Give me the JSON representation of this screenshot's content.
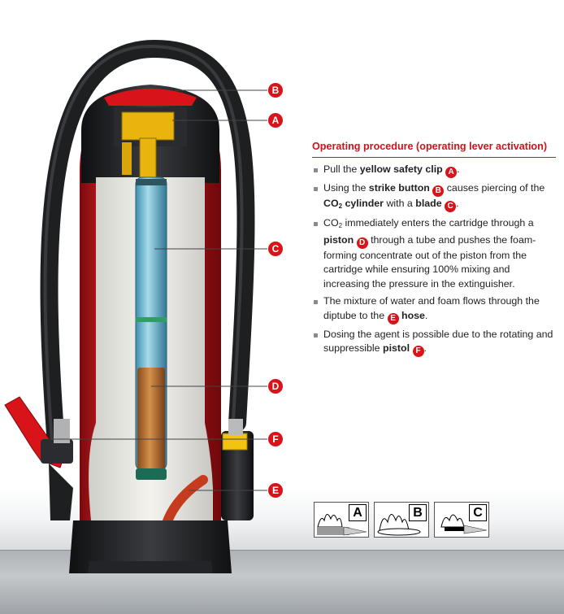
{
  "callouts": {
    "A": "A",
    "B": "B",
    "C": "C",
    "D": "D",
    "E": "E",
    "F": "F"
  },
  "panel": {
    "title": "Operating procedure (operating lever activation)",
    "step1": {
      "t1": "Pull the ",
      "b1": "yellow safety clip",
      "c1": "A",
      "t2": "."
    },
    "step2": {
      "t1": "Using the ",
      "b1": "strike button",
      "c1": "B",
      "t2": " causes piercing of the ",
      "b2": "CO",
      "b2sub": "2",
      "b3": " cylinder",
      "t3": " with a ",
      "b4": "blade",
      "c2": "C",
      "t4": "."
    },
    "step3": {
      "t1": "CO",
      "t1sub": "2",
      "t2": " immediately enters the cartridge through a ",
      "b1": "piston",
      "c1": "D",
      "t3": " through a tube and pushes the foam-forming concentrate out of the piston from the cartridge while ensuring 100% mixing and increasing the pressure in the extinguisher."
    },
    "step4": {
      "t1": "The mixture of water and foam flows through the diptube to the ",
      "c1": "E",
      "b1": "hose",
      "t2": "."
    },
    "step5": {
      "t1": "Dosing the agent is possible due to the rotating and suppressible ",
      "b1": "pistol",
      "c1": "F",
      "t2": "."
    }
  },
  "fire_classes": [
    "A",
    "B",
    "C"
  ],
  "colors": {
    "red": "#d8131a",
    "body_red": "#c0161b",
    "yellow": "#f2c40f",
    "hose": "#1e1f21"
  }
}
